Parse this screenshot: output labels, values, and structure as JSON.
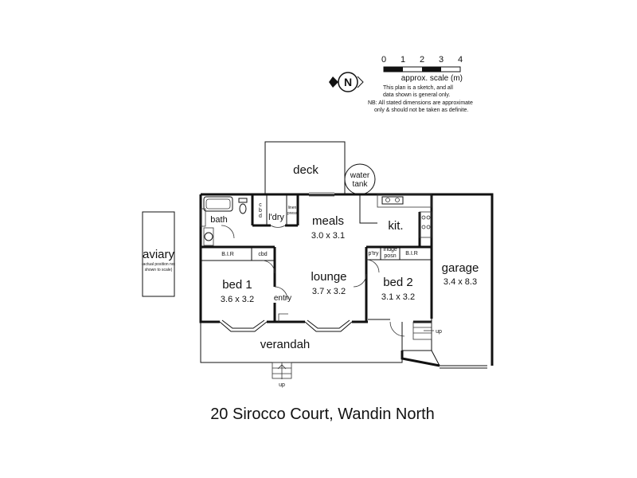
{
  "scale": {
    "ticks": [
      "0",
      "1",
      "2",
      "3",
      "4"
    ],
    "label": "approx. scale (m)",
    "note_lines": [
      "This plan is a sketch, and all",
      "data shown is general only."
    ],
    "nb_lines": [
      "NB: All stated dimensions are approximate",
      "only & should not be taken as definite."
    ]
  },
  "compass": {
    "letter": "N"
  },
  "rooms": {
    "deck": "deck",
    "water_tank": [
      "water",
      "tank"
    ],
    "bath": "bath",
    "cbd_vertical": [
      "c",
      "b",
      "d"
    ],
    "laundry": "l'dry",
    "linen": [
      "linen",
      "press"
    ],
    "meals": "meals",
    "meals_dim": "3.0 x 3.1",
    "kitchen": "kit.",
    "bir_1": "B.I.R",
    "cbd": "cbd",
    "bed1": "bed 1",
    "bed1_dim": "3.6 x 3.2",
    "lounge": "lounge",
    "lounge_dim": "3.7 x 3.2",
    "pantry": "p'try",
    "fridge": [
      "fridge",
      "posn"
    ],
    "bir_2": "B.I.R",
    "bed2": "bed 2",
    "bed2_dim": "3.1 x 3.2",
    "garage": "garage",
    "garage_dim": "3.4 x 8.3",
    "entry": "entry",
    "verandah": "verandah",
    "up_front": "up",
    "up_side": "up",
    "aviary": "aviary",
    "aviary_note": [
      "(actual position not",
      "shown to scale)"
    ]
  },
  "address": "20 Sirocco Court, Wandin North"
}
